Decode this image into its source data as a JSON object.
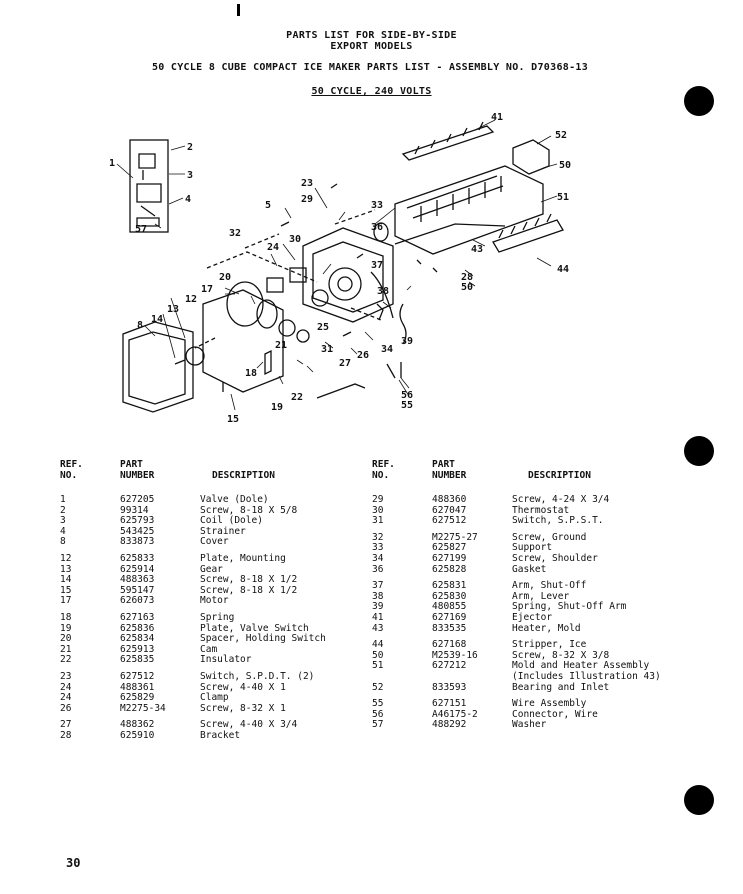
{
  "header": {
    "title_line1": "PARTS LIST FOR SIDE-BY-SIDE",
    "title_line2": "EXPORT MODELS",
    "subtitle": "50 CYCLE 8 CUBE COMPACT ICE MAKER PARTS LIST - ASSEMBLY NO. D70368-13",
    "voltage": "50 CYCLE, 240 VOLTS"
  },
  "columns": {
    "ref": "REF.\nNO.",
    "part": "PART\nNUMBER",
    "desc": "DESCRIPTION"
  },
  "diagram_labels": [
    "1",
    "2",
    "3",
    "4",
    "57",
    "5",
    "8",
    "12",
    "13",
    "14",
    "15",
    "17",
    "18",
    "19",
    "20",
    "21",
    "22",
    "23",
    "24",
    "25",
    "26",
    "27",
    "28",
    "29",
    "30",
    "31",
    "32",
    "33",
    "34",
    "36",
    "37",
    "38",
    "39",
    "41",
    "43",
    "44",
    "50",
    "51",
    "52",
    "55",
    "56"
  ],
  "parts_left": [
    {
      "ref": "1",
      "part": "627205",
      "desc": "Valve (Dole)"
    },
    {
      "ref": "2",
      "part": "99314",
      "desc": "Screw, 8-18 X 5/8"
    },
    {
      "ref": "3",
      "part": "625793",
      "desc": "Coil (Dole)"
    },
    {
      "ref": "4",
      "part": "543425",
      "desc": "Strainer"
    },
    {
      "ref": "8",
      "part": "833873",
      "desc": "Cover"
    },
    {
      "gap": true
    },
    {
      "ref": "12",
      "part": "625833",
      "desc": "Plate, Mounting"
    },
    {
      "ref": "13",
      "part": "625914",
      "desc": "Gear"
    },
    {
      "ref": "14",
      "part": "488363",
      "desc": "Screw, 8-18 X 1/2"
    },
    {
      "ref": "15",
      "part": "595147",
      "desc": "Screw, 8-18 X 1/2"
    },
    {
      "ref": "17",
      "part": "626073",
      "desc": "Motor"
    },
    {
      "gap": true
    },
    {
      "ref": "18",
      "part": "627163",
      "desc": "Spring"
    },
    {
      "ref": "19",
      "part": "625836",
      "desc": "Plate, Valve Switch"
    },
    {
      "ref": "20",
      "part": "625834",
      "desc": "Spacer, Holding Switch"
    },
    {
      "ref": "21",
      "part": "625913",
      "desc": "Cam"
    },
    {
      "ref": "22",
      "part": "625835",
      "desc": "Insulator"
    },
    {
      "gap": true
    },
    {
      "ref": "23",
      "part": "627512",
      "desc": "Switch, S.P.D.T. (2)"
    },
    {
      "ref": "24",
      "part": "488361",
      "desc": "Screw, 4-40 X 1"
    },
    {
      "ref": "24",
      "part": "625829",
      "desc": "Clamp"
    },
    {
      "ref": "26",
      "part": "M2275-34",
      "desc": "Screw, 8-32 X 1"
    },
    {
      "gap": true
    },
    {
      "ref": "27",
      "part": "488362",
      "desc": "Screw, 4-40 X 3/4"
    },
    {
      "ref": "28",
      "part": "625910",
      "desc": "Bracket"
    }
  ],
  "parts_right": [
    {
      "ref": "29",
      "part": "488360",
      "desc": "Screw, 4-24 X 3/4"
    },
    {
      "ref": "30",
      "part": "627047",
      "desc": "Thermostat"
    },
    {
      "ref": "31",
      "part": "627512",
      "desc": "Switch, S.P.S.T."
    },
    {
      "gap": true
    },
    {
      "ref": "32",
      "part": "M2275-27",
      "desc": "Screw, Ground"
    },
    {
      "ref": "33",
      "part": "625827",
      "desc": "Support"
    },
    {
      "ref": "34",
      "part": "627199",
      "desc": "Screw, Shoulder"
    },
    {
      "ref": "36",
      "part": "625828",
      "desc": "Gasket"
    },
    {
      "gap": true
    },
    {
      "ref": "37",
      "part": "625831",
      "desc": "Arm, Shut-Off"
    },
    {
      "ref": "38",
      "part": "625830",
      "desc": "Arm, Lever"
    },
    {
      "ref": "39",
      "part": "480855",
      "desc": "Spring, Shut-Off Arm"
    },
    {
      "ref": "41",
      "part": "627169",
      "desc": "Ejector"
    },
    {
      "ref": "43",
      "part": "833535",
      "desc": "Heater, Mold"
    },
    {
      "gap": true
    },
    {
      "ref": "44",
      "part": "627168",
      "desc": "Stripper, Ice"
    },
    {
      "ref": "50",
      "part": "M2539-16",
      "desc": "Screw, 8-32 X 3/8"
    },
    {
      "ref": "51",
      "part": "627212",
      "desc": "Mold and Heater Assembly"
    },
    {
      "ref": "",
      "part": "",
      "desc": "(Includes Illustration 43)"
    },
    {
      "ref": "52",
      "part": "833593",
      "desc": "Bearing and Inlet"
    },
    {
      "gap": true
    },
    {
      "ref": "55",
      "part": "627151",
      "desc": "Wire Assembly"
    },
    {
      "ref": "56",
      "part": "A46175-2",
      "desc": "Connector, Wire"
    },
    {
      "ref": "57",
      "part": "488292",
      "desc": "Washer"
    }
  ],
  "page_number": "30"
}
